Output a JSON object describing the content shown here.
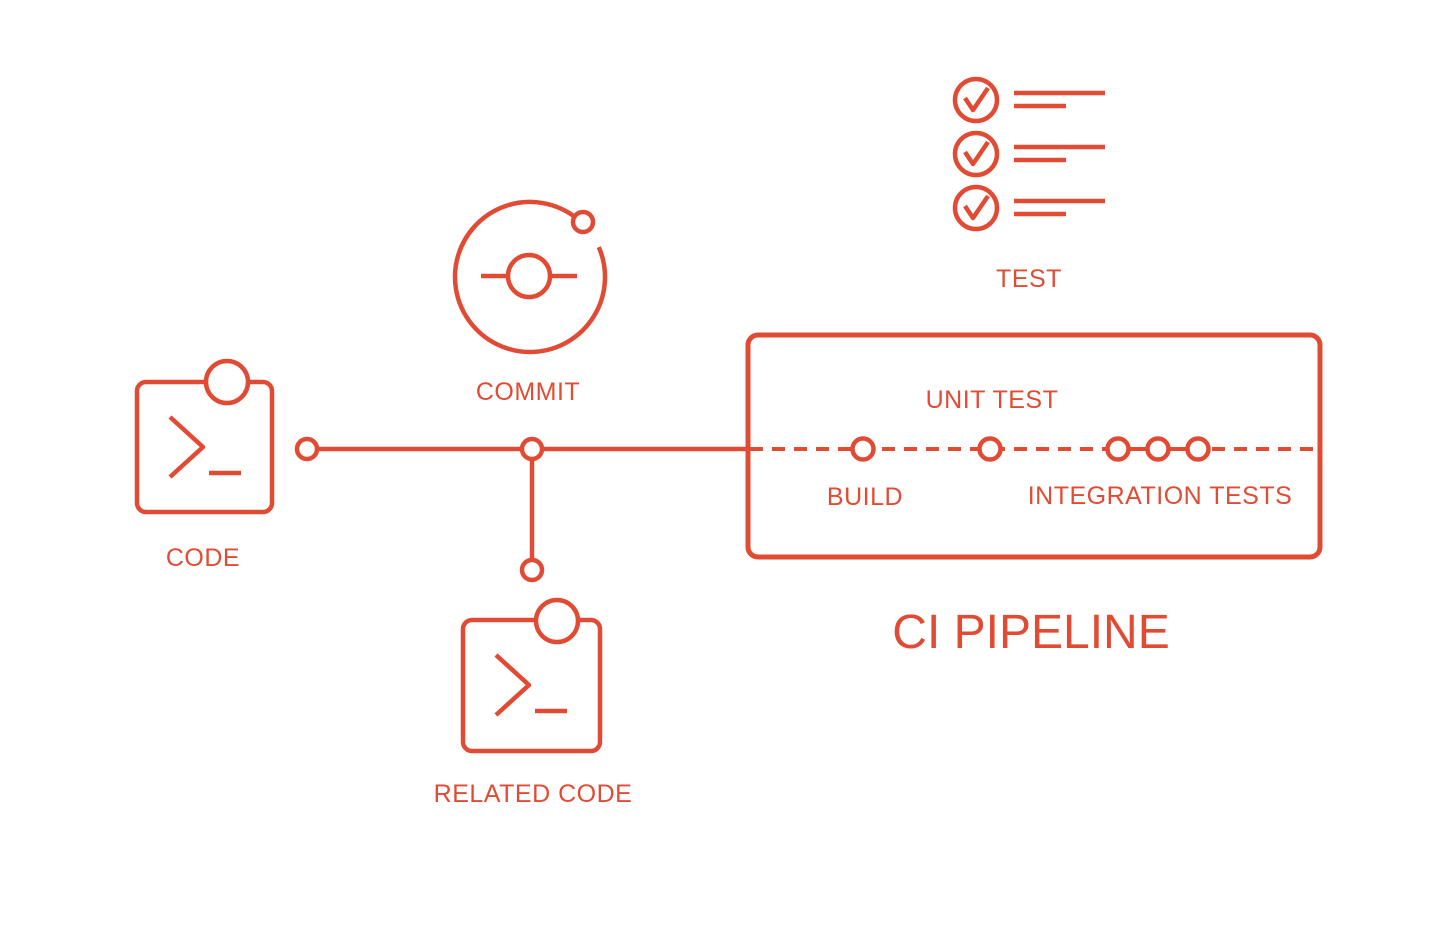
{
  "colors": {
    "accent": "#E14B33",
    "background": "#FFFFFF"
  },
  "stages": {
    "code": {
      "label": "CODE",
      "icon": "terminal-window-icon"
    },
    "commit": {
      "label": "COMMIT",
      "icon": "git-commit-icon"
    },
    "related_code": {
      "label": "RELATED CODE",
      "icon": "terminal-window-icon"
    },
    "test": {
      "label": "TEST",
      "icon": "checklist-icon"
    }
  },
  "pipeline": {
    "title": "CI PIPELINE",
    "stages": [
      {
        "label": "BUILD"
      },
      {
        "label": "UNIT TEST"
      },
      {
        "label": "INTEGRATION TESTS"
      }
    ]
  }
}
